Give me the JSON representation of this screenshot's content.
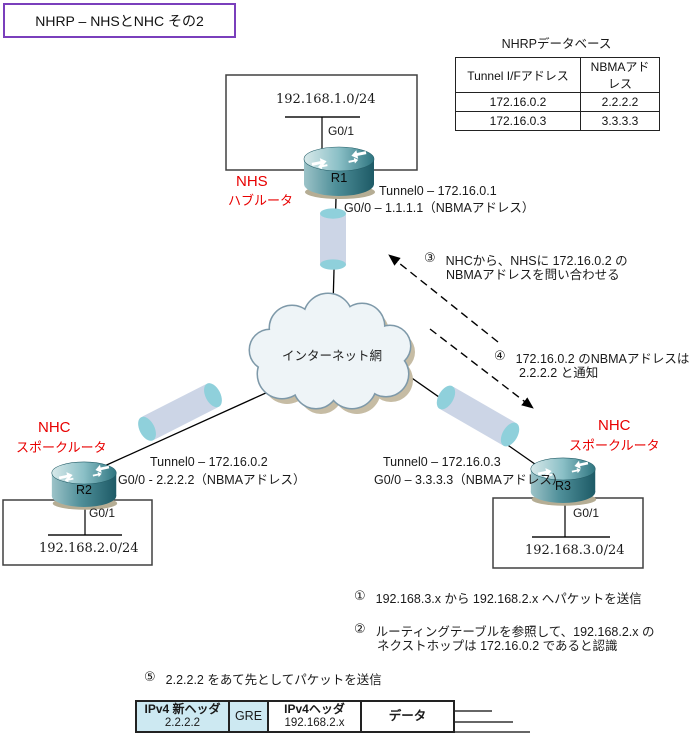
{
  "header": {
    "title": "NHRP – NHSとNHC その2"
  },
  "database": {
    "title": "NHRPデータベース",
    "col1": "Tunnel I/Fアドレス",
    "col2": "NBMAアドレス",
    "rows": [
      {
        "tunnel_if": "172.16.0.2",
        "nbma": "2.2.2.2"
      },
      {
        "tunnel_if": "172.16.0.3",
        "nbma": "3.3.3.3"
      }
    ]
  },
  "cloud": {
    "label": "インターネット網"
  },
  "r1": {
    "name": "R1",
    "role": "NHS",
    "role_sub": "ハブルータ",
    "lan": "192.168.1.0/24",
    "lan_if": "G0/1",
    "tunnel_addr": "Tunnel0 – 172.16.0.1",
    "nbma_addr": "G0/0 – 1.1.1.1（NBMAアドレス）"
  },
  "r2": {
    "name": "R2",
    "role": "NHC",
    "role_sub": "スポークルータ",
    "lan": "192.168.2.0/24",
    "lan_if": "G0/1",
    "tunnel_addr": "Tunnel0 – 172.16.0.2",
    "nbma_addr": "G0/0 - 2.2.2.2（NBMAアドレス）"
  },
  "r3": {
    "name": "R3",
    "role": "NHC",
    "role_sub": "スポークルータ",
    "lan": "192.168.3.0/24",
    "lan_if": "G0/1",
    "tunnel_addr": "Tunnel0 – 172.16.0.3",
    "nbma_addr": "G0/0 – 3.3.3.3（NBMAアドレス）"
  },
  "annotations": {
    "step1": {
      "num": "①",
      "line1": "192.168.3.x から 192.168.2.x へパケットを送信"
    },
    "step2": {
      "num": "②",
      "line1": "ルーティングテーブルを参照して、192.168.2.x の",
      "line2": "ネクストホップは 172.16.0.2 であると認識"
    },
    "step3": {
      "num": "③",
      "line1": "NHCから、NHSに 172.16.0.2 の",
      "line2": "NBMAアドレスを問い合わせる"
    },
    "step4": {
      "num": "④",
      "line1": "172.16.0.2 のNBMAアドレスは",
      "line2": "2.2.2.2 と通知"
    },
    "step5": {
      "num": "⑤",
      "line1": "2.2.2.2 をあて先としてパケットを送信"
    }
  },
  "packet": {
    "cell1_line1": "IPv4 新ヘッダ",
    "cell1_line2": "2.2.2.2",
    "cell2": "GRE",
    "cell3_line1": "IPv4ヘッダ",
    "cell3_line2": "192.168.2.x",
    "cell4": "データ"
  },
  "colors": {
    "title_border": "#7a3fbc",
    "role_red": "#e80000",
    "packet_highlight": "#cde9f2",
    "router_teal": "#2e7580",
    "tunnel_body": "#ccd5e6",
    "tunnel_cap": "#8fd0db",
    "cloud_border": "#7e99a9"
  }
}
